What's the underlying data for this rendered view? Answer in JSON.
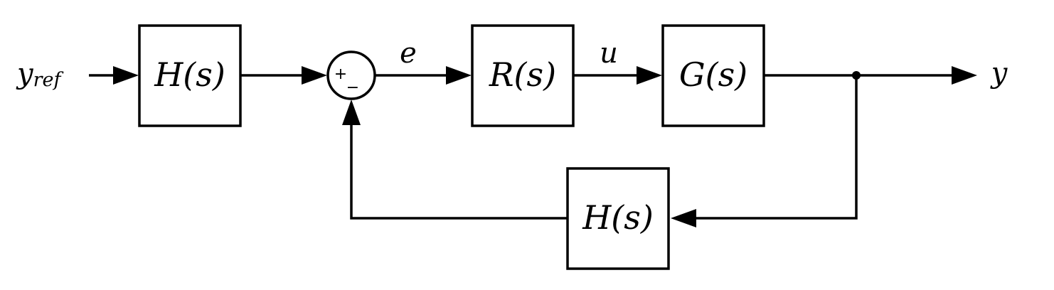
{
  "signals": {
    "input": "y",
    "input_sub": "ref",
    "error": "e",
    "control": "u",
    "output": "y"
  },
  "blocks": {
    "prefilter": "H(s)",
    "controller": "R(s)",
    "plant": "G(s)",
    "feedback": "H(s)"
  },
  "summing_junction": {
    "plus_sign": "+",
    "minus_sign": "−"
  }
}
